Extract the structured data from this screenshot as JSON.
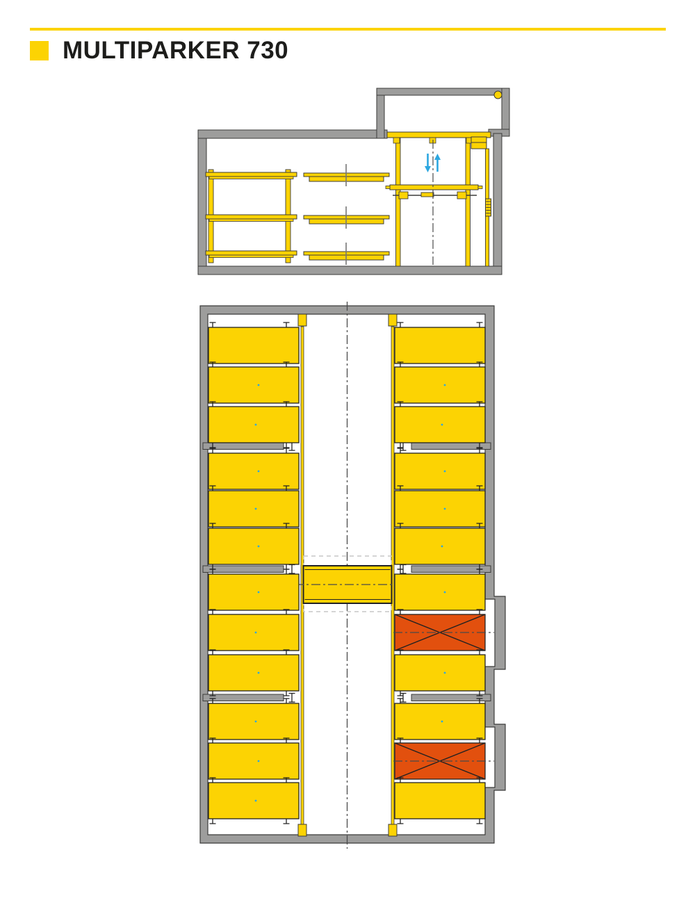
{
  "header": {
    "title": "MULTIPARKER 730"
  },
  "colors": {
    "yellow": "#FCD303",
    "wall": "#9D9D9C",
    "outline": "#3B3B3A",
    "blue": "#2CA7E0",
    "orange": "#E2500E",
    "ink": "#1D1D1B",
    "dash": "#4A4A4A",
    "ghost": "#C6C6C5",
    "white": "#FFFFFF"
  },
  "section_view": {
    "rack_levels": 3,
    "rack_cars": [
      {
        "level": 1,
        "style": "suv"
      },
      {
        "level": 2,
        "style": "minivan"
      },
      {
        "level": 3,
        "style": "crossover"
      }
    ],
    "empty_pallet_levels": [
      1,
      2,
      3
    ],
    "entry_cabin": {
      "car_style": "wagon",
      "light": true
    },
    "lift_arrows": [
      "down",
      "up"
    ]
  },
  "plan_view": {
    "car_count": 22,
    "blocked_count": 2,
    "dividers_after_rows": [
      3,
      6,
      9
    ],
    "shuttle_row": 7,
    "rows": [
      {
        "row": 1,
        "left": {
          "type": "car",
          "style": "wagon"
        },
        "right": {
          "type": "car",
          "style": "wagon"
        }
      },
      {
        "row": 2,
        "left": {
          "type": "car",
          "style": "sedan"
        },
        "right": {
          "type": "car",
          "style": "sedan"
        }
      },
      {
        "row": 3,
        "left": {
          "type": "car",
          "style": "hatch"
        },
        "right": {
          "type": "car",
          "style": "hatch"
        }
      },
      {
        "row": 4,
        "left": {
          "type": "car",
          "style": "sedan"
        },
        "right": {
          "type": "car",
          "style": "sedan"
        }
      },
      {
        "row": 5,
        "left": {
          "type": "car",
          "style": "hatch"
        },
        "right": {
          "type": "car",
          "style": "sedan"
        }
      },
      {
        "row": 6,
        "left": {
          "type": "car",
          "style": "sedan"
        },
        "right": {
          "type": "car",
          "style": "hatch"
        }
      },
      {
        "row": 7,
        "left": {
          "type": "car",
          "style": "sedan"
        },
        "right": {
          "type": "car",
          "style": "sedan"
        }
      },
      {
        "row": 8,
        "left": {
          "type": "car",
          "style": "hatch"
        },
        "right": {
          "type": "blocked"
        }
      },
      {
        "row": 9,
        "left": {
          "type": "car",
          "style": "sedan"
        },
        "right": {
          "type": "car",
          "style": "sedan"
        }
      },
      {
        "row": 10,
        "left": {
          "type": "car",
          "style": "hatch"
        },
        "right": {
          "type": "car",
          "style": "hatch"
        }
      },
      {
        "row": 11,
        "left": {
          "type": "car",
          "style": "sedan"
        },
        "right": {
          "type": "blocked"
        }
      },
      {
        "row": 12,
        "left": {
          "type": "car",
          "style": "hatch"
        },
        "right": {
          "type": "car",
          "style": "wagon"
        }
      }
    ]
  }
}
